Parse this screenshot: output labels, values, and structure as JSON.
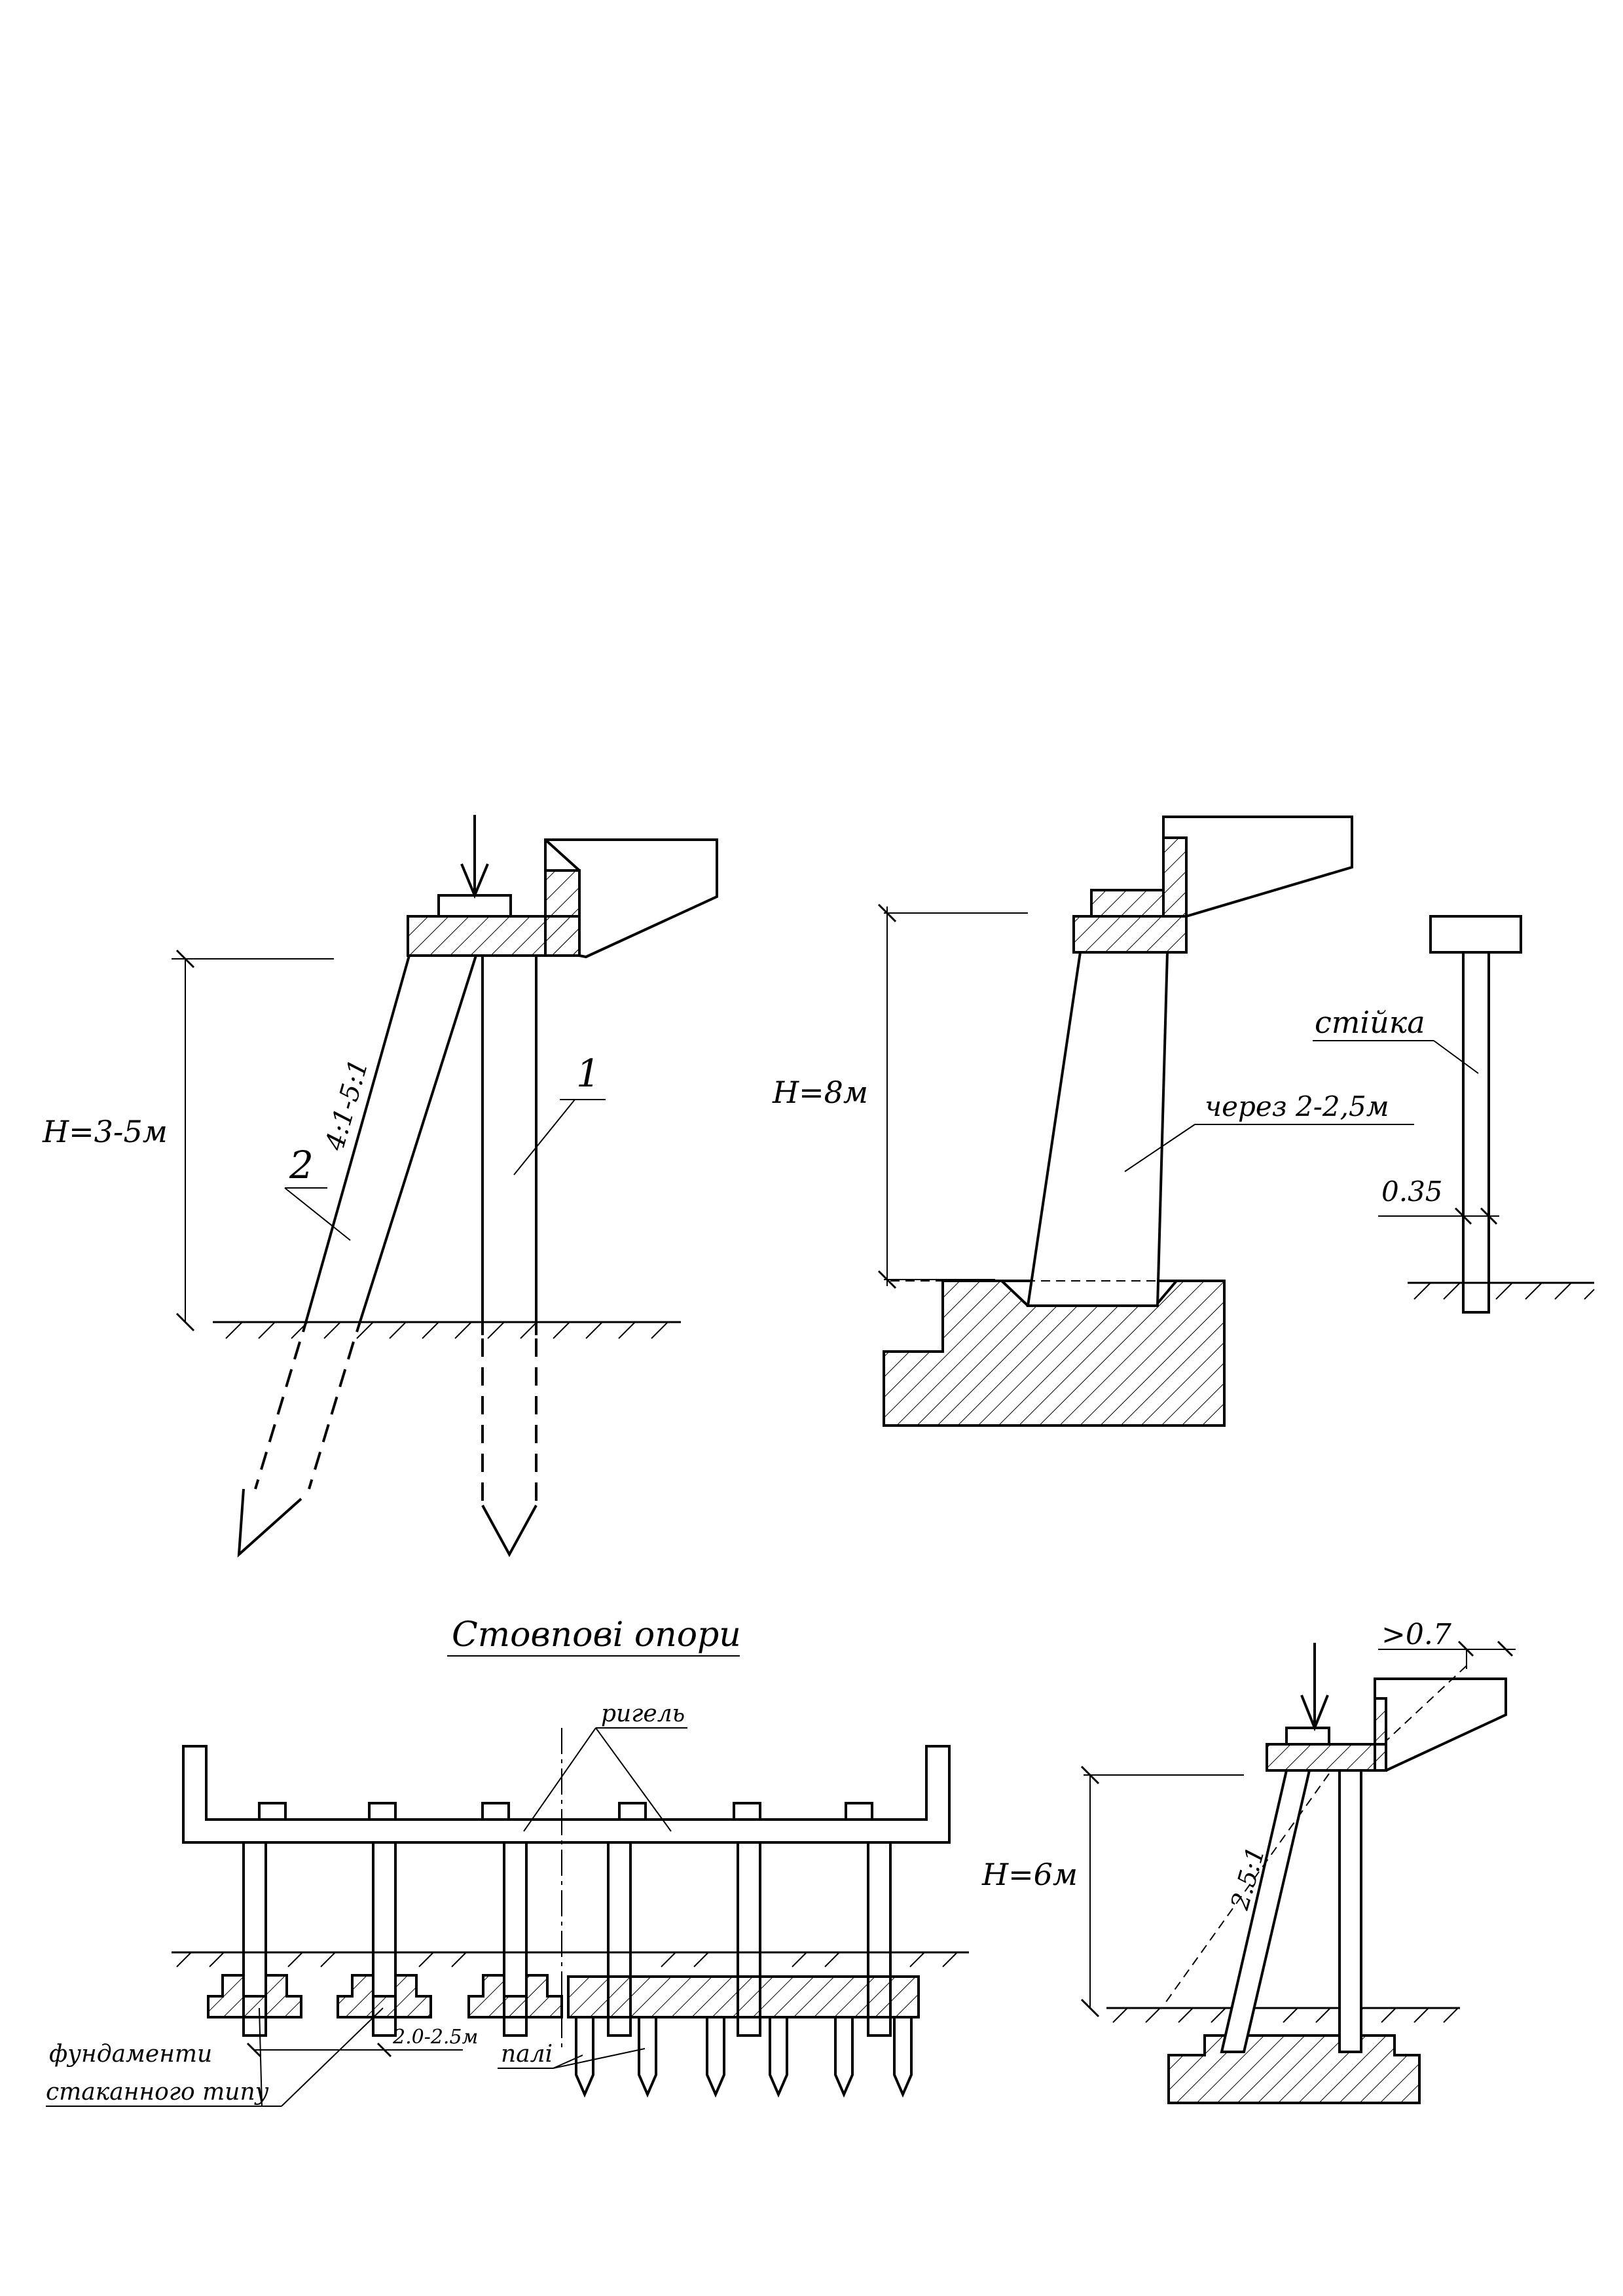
{
  "labels": {
    "h_3_5": "H=3-5м",
    "slope_4_5": "4:1-5:1",
    "num_1": "1",
    "num_2": "2",
    "h_8": "H=8м",
    "cherez": "через 2-2,5м",
    "stiyka": "стійка",
    "dim_035": "0.35",
    "title": "Стовпові опори",
    "rygel": "ригель",
    "fund_line1": "фундаменти",
    "fund_line2": "стаканного типу",
    "dim_2025": "2.0-2.5м",
    "pali": "палі",
    "gt07": ">0.7",
    "h_6": "H=6м",
    "slope_25": "2.5:1"
  }
}
